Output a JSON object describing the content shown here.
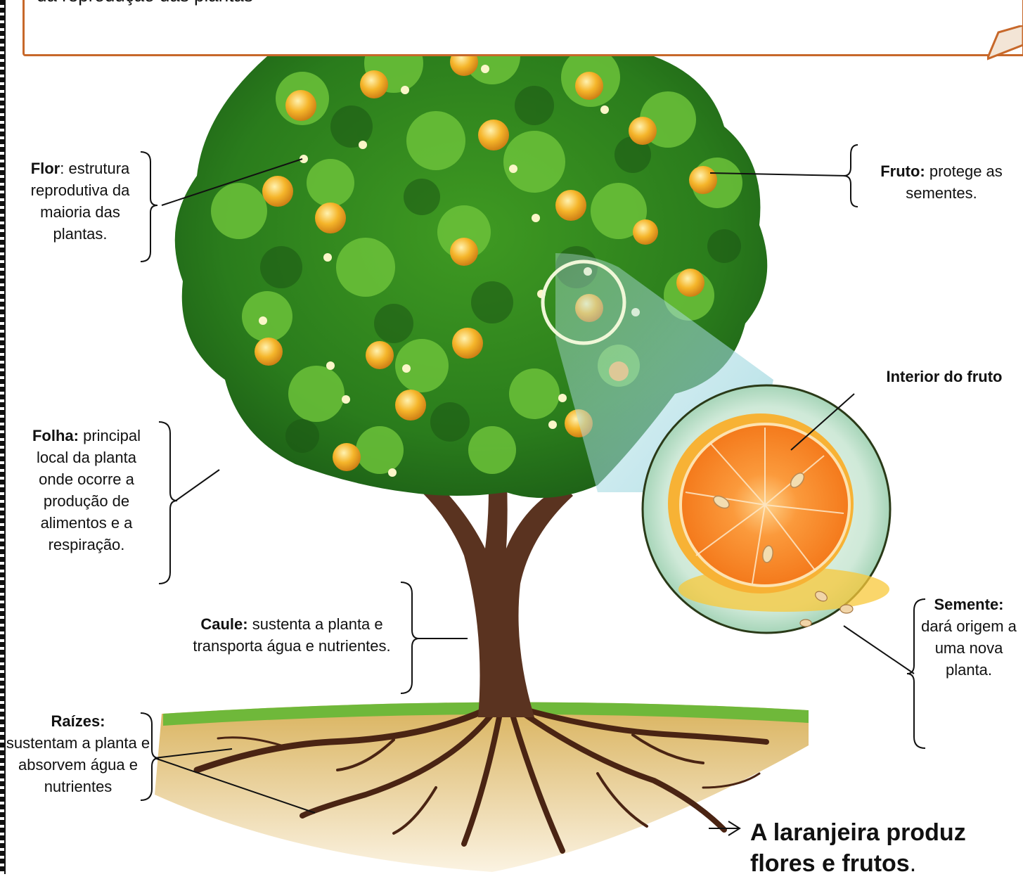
{
  "header": {
    "text": "da reprodução das plantas"
  },
  "labels": {
    "flor": {
      "term": "Flor",
      "text": ": estrutura reprodutiva da maioria das plantas."
    },
    "fruto": {
      "term": "Fruto:",
      "text": " protege as sementes."
    },
    "interior": {
      "term": "Interior do fruto"
    },
    "folha": {
      "term": "Folha:",
      "text": " principal local da planta onde ocorre a produção de alimentos e a respiração."
    },
    "caule": {
      "term": "Caule:",
      "text": " sustenta a planta e transporta água e nutrientes."
    },
    "semente": {
      "term": "Semente:",
      "text": " dará origem a uma nova planta."
    },
    "raizes": {
      "term": "Raízes:",
      "text": " sustentam a planta e absorvem água e nutrientes"
    }
  },
  "closing": {
    "bold": "A laranjeira produz flores e frutos",
    "end": "."
  },
  "colors": {
    "box_border": "#c7682a",
    "leaf_dark": "#1f6b1a",
    "leaf_light": "#6cc23a",
    "fruit": "#f2a51a",
    "trunk": "#5a3320",
    "soil": "#c99a4a",
    "orange_flesh": "#f7892a"
  }
}
